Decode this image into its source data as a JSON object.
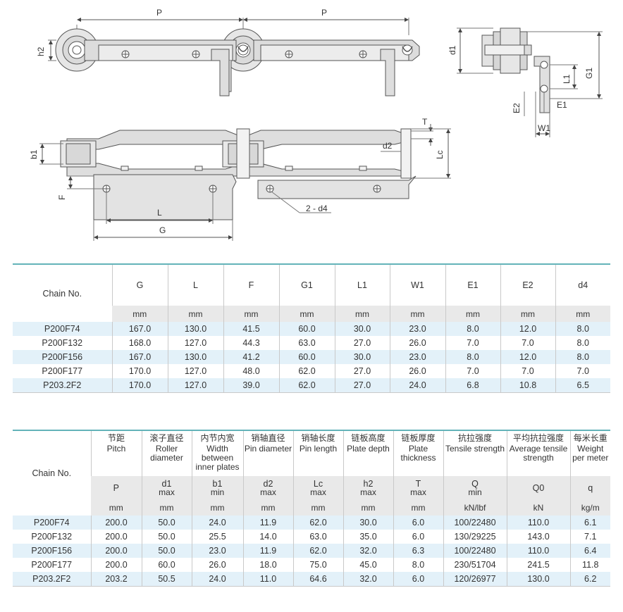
{
  "drawing_labels": {
    "pitch_left": "P",
    "pitch_right": "P",
    "h2": "h2",
    "d1": "d1",
    "L1": "L1",
    "G1": "G1",
    "E2": "E2",
    "E1": "E1",
    "W1": "W1",
    "b1": "b1",
    "T": "T",
    "d2": "d2",
    "Lc": "Lc",
    "F": "F",
    "L": "L",
    "G": "G",
    "hole_note": "2 - d4"
  },
  "table1": {
    "chain_header": "Chain No.",
    "columns": [
      {
        "symbol": "G",
        "unit": "mm"
      },
      {
        "symbol": "L",
        "unit": "mm"
      },
      {
        "symbol": "F",
        "unit": "mm"
      },
      {
        "symbol": "G1",
        "unit": "mm"
      },
      {
        "symbol": "L1",
        "unit": "mm"
      },
      {
        "symbol": "W1",
        "unit": "mm"
      },
      {
        "symbol": "E1",
        "unit": "mm"
      },
      {
        "symbol": "E2",
        "unit": "mm"
      },
      {
        "symbol": "d4",
        "unit": "mm"
      }
    ],
    "rows": [
      {
        "chain": "P200F74",
        "values": [
          "167.0",
          "130.0",
          "41.5",
          "60.0",
          "30.0",
          "23.0",
          "8.0",
          "12.0",
          "8.0"
        ]
      },
      {
        "chain": "P200F132",
        "values": [
          "168.0",
          "127.0",
          "44.3",
          "63.0",
          "27.0",
          "26.0",
          "7.0",
          "7.0",
          "8.0"
        ]
      },
      {
        "chain": "P200F156",
        "values": [
          "167.0",
          "130.0",
          "41.2",
          "60.0",
          "30.0",
          "23.0",
          "8.0",
          "12.0",
          "8.0"
        ]
      },
      {
        "chain": "P200F177",
        "values": [
          "170.0",
          "127.0",
          "48.0",
          "62.0",
          "27.0",
          "26.0",
          "7.0",
          "7.0",
          "7.0"
        ]
      },
      {
        "chain": "P203.2F2",
        "values": [
          "170.0",
          "127.0",
          "39.0",
          "62.0",
          "27.0",
          "24.0",
          "6.8",
          "10.8",
          "6.5"
        ]
      }
    ]
  },
  "table2": {
    "chain_header": "Chain No.",
    "columns": [
      {
        "cn": "节距",
        "en": "Pitch",
        "symbol": "P",
        "limit": "",
        "unit": "mm"
      },
      {
        "cn": "滚子直径",
        "en": "Roller diameter",
        "symbol": "d1",
        "limit": "max",
        "unit": "mm"
      },
      {
        "cn": "内节内宽",
        "en": "Width between inner plates",
        "symbol": "b1",
        "limit": "min",
        "unit": "mm"
      },
      {
        "cn": "销轴直径",
        "en": "Pin diameter",
        "symbol": "d2",
        "limit": "max",
        "unit": "mm"
      },
      {
        "cn": "销轴长度",
        "en": "Pin length",
        "symbol": "Lc",
        "limit": "max",
        "unit": "mm"
      },
      {
        "cn": "链板高度",
        "en": "Plate depth",
        "symbol": "h2",
        "limit": "max",
        "unit": "mm"
      },
      {
        "cn": "链板厚度",
        "en": "Plate thickness",
        "symbol": "T",
        "limit": "max",
        "unit": "mm"
      },
      {
        "cn": "抗拉强度",
        "en": "Tensile strength",
        "symbol": "Q",
        "limit": "min",
        "unit": "kN/lbf"
      },
      {
        "cn": "平均抗拉强度",
        "en": "Average tensile strength",
        "symbol": "Q0",
        "limit": "",
        "unit": "kN"
      },
      {
        "cn": "每米长重",
        "en": "Weight per meter",
        "symbol": "q",
        "limit": "",
        "unit": "kg/m"
      }
    ],
    "rows": [
      {
        "chain": "P200F74",
        "values": [
          "200.0",
          "50.0",
          "24.0",
          "11.9",
          "62.0",
          "30.0",
          "6.0",
          "100/22480",
          "110.0",
          "6.1"
        ]
      },
      {
        "chain": "P200F132",
        "values": [
          "200.0",
          "50.0",
          "25.5",
          "14.0",
          "63.0",
          "35.0",
          "6.0",
          "130/29225",
          "143.0",
          "7.1"
        ]
      },
      {
        "chain": "P200F156",
        "values": [
          "200.0",
          "50.0",
          "23.0",
          "11.9",
          "62.0",
          "32.0",
          "6.3",
          "100/22480",
          "110.0",
          "6.4"
        ]
      },
      {
        "chain": "P200F177",
        "values": [
          "200.0",
          "60.0",
          "26.0",
          "18.0",
          "75.0",
          "45.0",
          "8.0",
          "230/51704",
          "241.5",
          "11.8"
        ]
      },
      {
        "chain": "P203.2F2",
        "values": [
          "203.2",
          "50.5",
          "24.0",
          "11.0",
          "64.6",
          "32.0",
          "6.0",
          "120/26977",
          "130.0",
          "6.2"
        ]
      }
    ]
  }
}
